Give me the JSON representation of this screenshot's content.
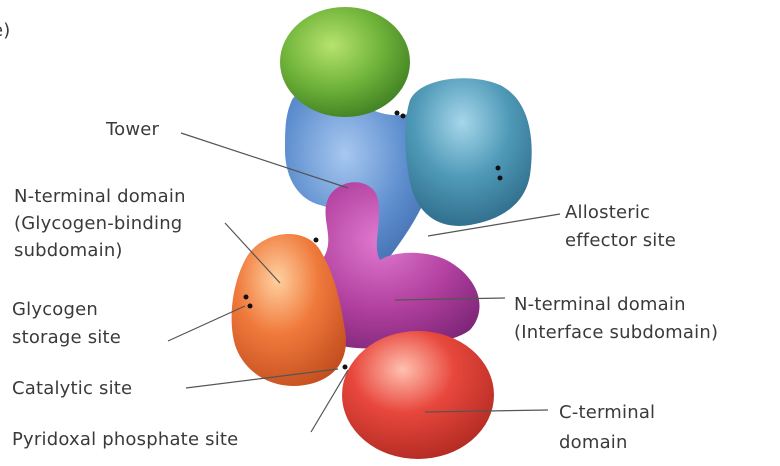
{
  "panel_letter": "e)",
  "labels": {
    "tower": "Tower",
    "n_terminal_glycogen": [
      "N-terminal domain",
      "(Glycogen-binding",
      "subdomain)"
    ],
    "allosteric": [
      "Allosteric",
      "effector site"
    ],
    "glycogen_storage": [
      "Glycogen",
      "storage site"
    ],
    "n_terminal_interface": [
      "N-terminal domain",
      "(Interface subdomain)"
    ],
    "catalytic": "Catalytic site",
    "plp": "Pyridoxal phosphate site",
    "c_terminal": [
      "C-terminal",
      "domain"
    ]
  },
  "colors": {
    "tower_green": "#6fb33a",
    "blue_domain": "#5f8fcf",
    "teal_domain": "#4f9ab8",
    "magenta_domain": "#b2409f",
    "orange_domain": "#f07a3c",
    "red_domain": "#e8473c",
    "leader_line": "#555555"
  }
}
